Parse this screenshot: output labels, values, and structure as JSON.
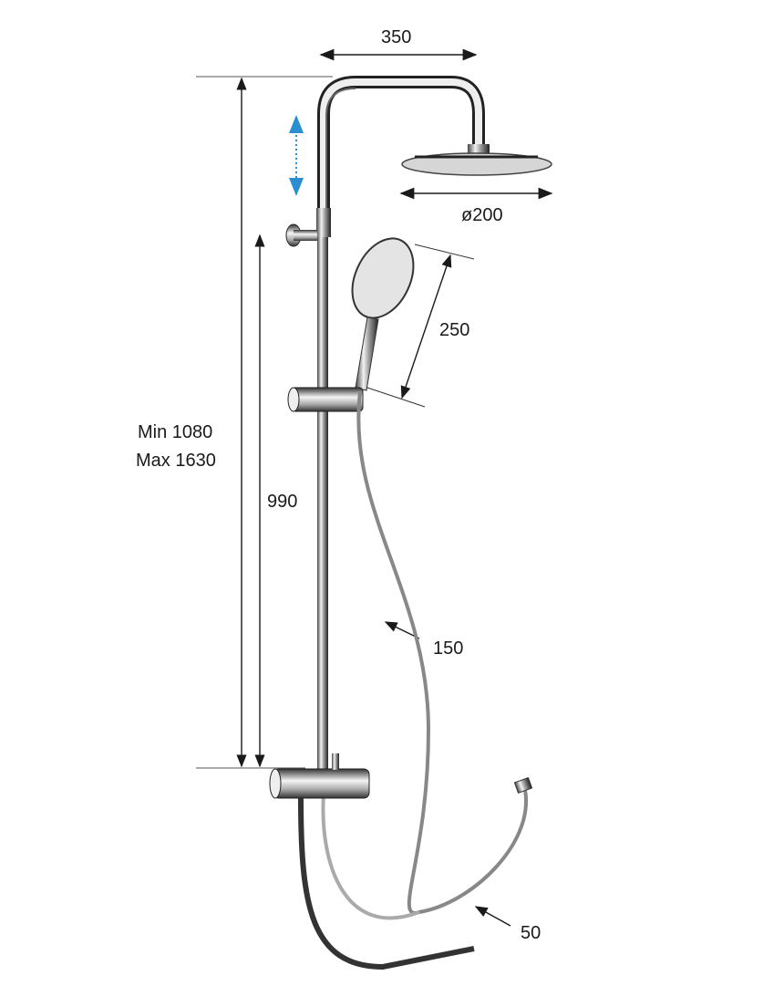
{
  "diagram": {
    "dimensions": {
      "arm_length": "350",
      "head_diameter": "ø200",
      "handshower_length": "250",
      "height_min": "Min 1080",
      "height_max": "Max 1630",
      "rail_height": "990",
      "hose_length": "150",
      "hose_end": "50"
    },
    "colors": {
      "line": "#1a1a1a",
      "chrome_dark": "#2b2b2b",
      "chrome_light": "#d8d8d8",
      "adjust_arrow": "#2a8fd0"
    }
  }
}
